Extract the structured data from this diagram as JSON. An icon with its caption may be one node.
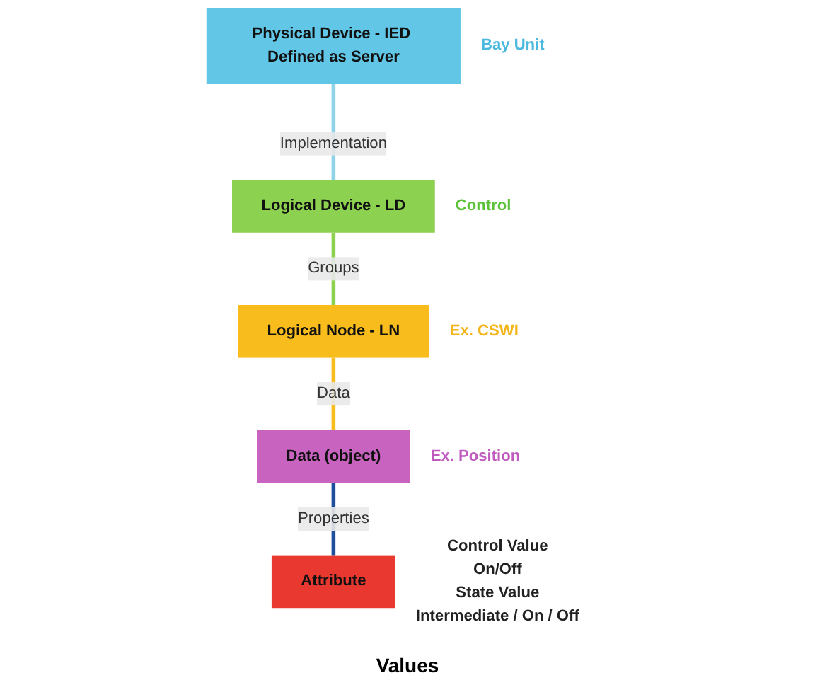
{
  "diagram": {
    "nodes": [
      {
        "text": [
          "Physical Device - IED Defined as Server"
        ],
        "beside": [
          "Bay Unit"
        ]
      },
      {
        "text": [
          "Logical Device - LD"
        ],
        "beside": [
          "Control"
        ]
      },
      {
        "text": [
          "Logical Node - LN"
        ],
        "beside": [
          "Ex. CSWI"
        ]
      },
      {
        "text": [
          "Data (object)"
        ],
        "beside": [
          "Ex. Position"
        ]
      },
      {
        "text": [
          "Attribute"
        ],
        "beside": [
          "Control Value",
          "On/Off",
          "State Value",
          "Intermediate / On / Off"
        ]
      }
    ],
    "edges": [
      {
        "from": 0,
        "to": 1,
        "arrow": "none",
        "label": "Implementation",
        "color": "#8fd3e8"
      },
      {
        "from": 1,
        "to": 2,
        "arrow": "none",
        "label": "Groups",
        "color": "#8dd150"
      },
      {
        "from": 2,
        "to": 3,
        "arrow": "none",
        "label": "Data",
        "color": "#f9bc1d"
      },
      {
        "from": 3,
        "to": 4,
        "arrow": "none",
        "label": "Properties",
        "color": "#1f4e9c"
      }
    ],
    "labels": [
      "Values"
    ]
  }
}
